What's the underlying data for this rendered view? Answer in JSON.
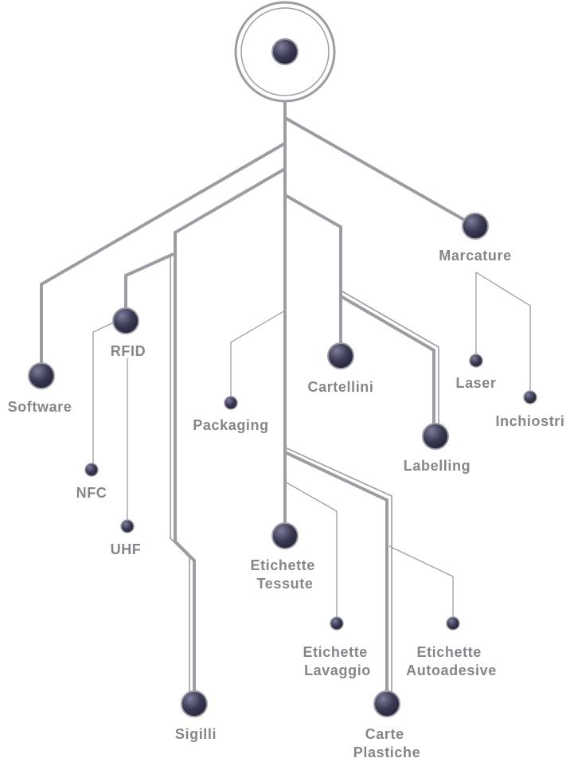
{
  "labels": {
    "software": "Software",
    "rfid": "RFID",
    "nfc": "NFC",
    "uhf": "UHF",
    "sigilli": "Sigilli",
    "packaging": "Packaging",
    "cartellini": "Cartellini",
    "etichette_tessute_1": "Etichette",
    "etichette_tessute_2": "Tessute",
    "etichette_lavaggio_1": "Etichette",
    "etichette_lavaggio_2": "Lavaggio",
    "labelling": "Labelling",
    "etichette_autoadesive_1": "Etichette",
    "etichette_autoadesive_2": "Autoadesive",
    "carte_plastiche_1": "Carte",
    "carte_plastiche_2": "Plastiche",
    "marcature": "Marcature",
    "laser": "Laser",
    "inchiostri": "Inchiostri"
  },
  "colors": {
    "line": "#9d9ca3",
    "node_fill": "#3a3a52",
    "node_highlight": "#7e7e9c",
    "label": "#85858b"
  }
}
